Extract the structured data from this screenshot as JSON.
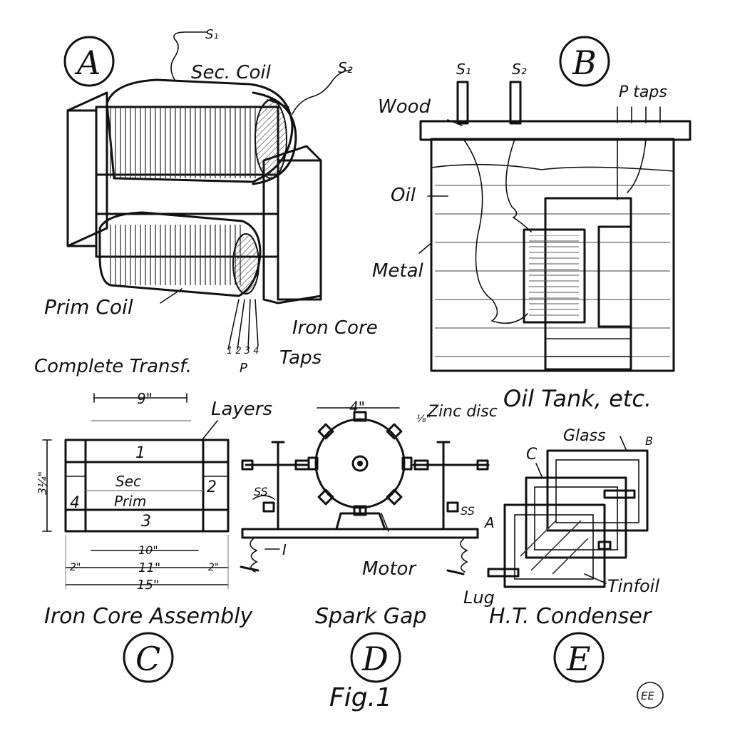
{
  "figure_caption": "Fig.1",
  "signature": "EE",
  "panels": {
    "A": {
      "letter": "A",
      "title": "Complete Transf.",
      "labels": {
        "s1": "S₁",
        "s2": "S₂",
        "sec_coil": "Sec. Coil",
        "prim_coil": "Prim Coil",
        "iron_core": "Iron Core",
        "taps": "Taps",
        "tap_numbers": "1 2 3 4",
        "p": "P"
      }
    },
    "B": {
      "letter": "B",
      "title": "Oil Tank, etc.",
      "labels": {
        "s1": "S₁",
        "s2": "S₂",
        "p_taps": "P taps",
        "wood": "Wood",
        "oil": "Oil",
        "metal": "Metal"
      }
    },
    "C": {
      "letter": "C",
      "title": "Iron Core Assembly",
      "labels": {
        "layers": "Layers",
        "dim_top": "9\"",
        "dim_height": "3¼\"",
        "part1": "1",
        "part2": "2",
        "part3": "3",
        "part4": "4",
        "sec": "Sec",
        "prim": "Prim",
        "dim_10": "10\"",
        "dim_11": "11\"",
        "dim_2a": "2\"",
        "dim_2b": "2\"",
        "dim_15": "15\""
      }
    },
    "D": {
      "letter": "D",
      "title": "Spark Gap",
      "labels": {
        "dim_4": "4\"",
        "dim_small": "⅛\"",
        "zinc_disc": "Zinc disc",
        "motor": "Motor",
        "i_label": "I",
        "ss_left": "SS",
        "ss_right": "SS"
      }
    },
    "E": {
      "letter": "E",
      "title": "H.T. Condenser",
      "labels": {
        "glass": "Glass",
        "b": "B",
        "c": "C",
        "a": "A",
        "tinfoil": "Tinfoil",
        "lug": "Lug"
      }
    }
  }
}
